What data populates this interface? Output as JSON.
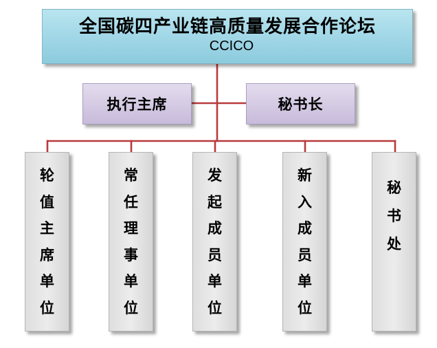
{
  "forum": {
    "title": "全国碳四产业链高质量发展合作论坛",
    "abbreviation": "CCICO"
  },
  "officers": [
    {
      "label": "执行主席"
    },
    {
      "label": "秘书长"
    }
  ],
  "units": [
    {
      "chars": [
        "轮",
        "值",
        "主",
        "席",
        "单",
        "位"
      ]
    },
    {
      "chars": [
        "常",
        "任",
        "理",
        "事",
        "单",
        "位"
      ]
    },
    {
      "chars": [
        "发",
        "起",
        "成",
        "员",
        "单",
        "位"
      ]
    },
    {
      "chars": [
        "新",
        "入",
        "成",
        "员",
        "单",
        "位"
      ]
    },
    {
      "chars": [
        "秘",
        "书",
        "处"
      ]
    }
  ],
  "colors": {
    "connector": "#b83a3c",
    "title_fill": "#9fd6e6",
    "officer_fill": "#d3c8e2",
    "unit_fill": "#e3e3e3"
  }
}
